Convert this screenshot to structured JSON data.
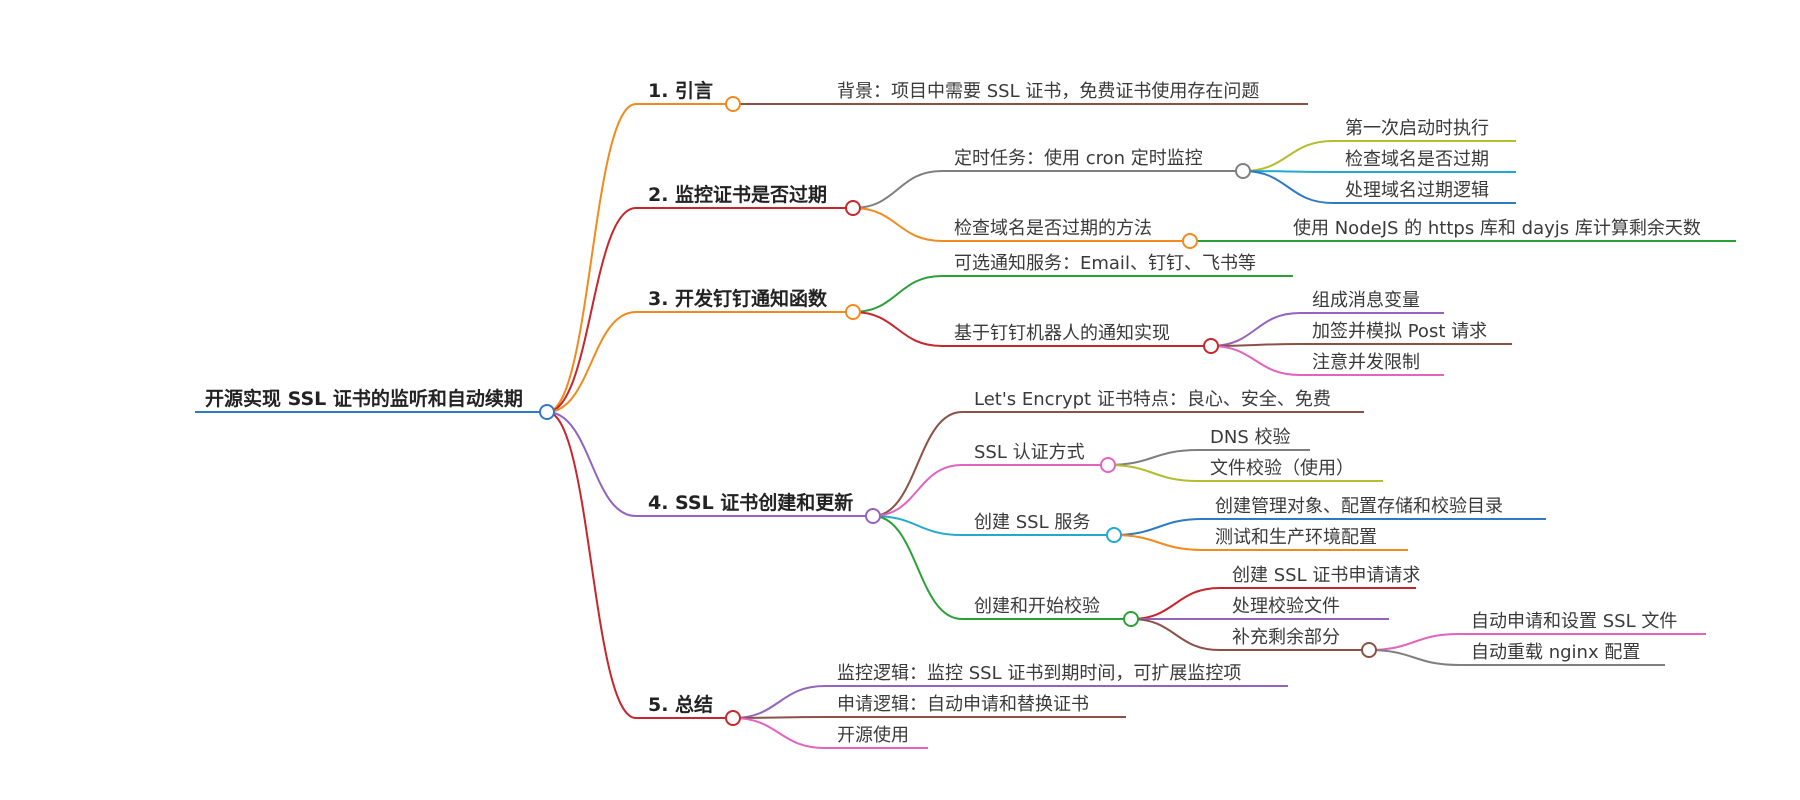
{
  "root": {
    "id": "root",
    "label": "开源实现 SSL 证书的监听和自动续期"
  },
  "palette": {
    "blue": "#2f7ac4",
    "orange": "#f28a1e",
    "red": "#c7262c",
    "purple": "#9462bf",
    "gray": "#7f7f7f",
    "olive": "#b5bd2e",
    "cyan": "#22a9cd",
    "green": "#2aa137",
    "pink": "#e064c0",
    "brown": "#8c5146"
  },
  "nodes": [
    {
      "id": "n1",
      "parent": "root",
      "label": "1. 引言",
      "color": "#f28a1e",
      "level": 1
    },
    {
      "id": "n1_1",
      "parent": "n1",
      "label": "背景：项目中需要 SSL 证书，免费证书使用存在问题",
      "color": "#8c5146",
      "level": 2
    },
    {
      "id": "n2",
      "parent": "root",
      "label": "2. 监控证书是否过期",
      "color": "#c7262c",
      "level": 1
    },
    {
      "id": "n2_1",
      "parent": "n2",
      "label": "定时任务：使用 cron 定时监控",
      "color": "#7f7f7f",
      "level": 2
    },
    {
      "id": "n2_1_1",
      "parent": "n2_1",
      "label": "第一次启动时执行",
      "color": "#b5bd2e",
      "level": 3
    },
    {
      "id": "n2_1_2",
      "parent": "n2_1",
      "label": "检查域名是否过期",
      "color": "#22a9cd",
      "level": 3
    },
    {
      "id": "n2_1_3",
      "parent": "n2_1",
      "label": "处理域名过期逻辑",
      "color": "#2f7ac4",
      "level": 3
    },
    {
      "id": "n2_2",
      "parent": "n2",
      "label": "检查域名是否过期的方法",
      "color": "#f28a1e",
      "level": 2
    },
    {
      "id": "n2_2_1",
      "parent": "n2_2",
      "label": "使用 NodeJS 的 https 库和 dayjs 库计算剩余天数",
      "color": "#2aa137",
      "level": 3
    },
    {
      "id": "n3",
      "parent": "root",
      "label": "3. 开发钉钉通知函数",
      "color": "#f28a1e",
      "level": 1
    },
    {
      "id": "n3_1",
      "parent": "n3",
      "label": "可选通知服务：Email、钉钉、飞书等",
      "color": "#2aa137",
      "level": 2
    },
    {
      "id": "n3_2",
      "parent": "n3",
      "label": "基于钉钉机器人的通知实现",
      "color": "#c7262c",
      "level": 2
    },
    {
      "id": "n3_2_1",
      "parent": "n3_2",
      "label": "组成消息变量",
      "color": "#9462bf",
      "level": 3
    },
    {
      "id": "n3_2_2",
      "parent": "n3_2",
      "label": "加签并模拟 Post 请求",
      "color": "#8c5146",
      "level": 3
    },
    {
      "id": "n3_2_3",
      "parent": "n3_2",
      "label": "注意并发限制",
      "color": "#e064c0",
      "level": 3
    },
    {
      "id": "n4",
      "parent": "root",
      "label": "4. SSL 证书创建和更新",
      "color": "#9462bf",
      "level": 1
    },
    {
      "id": "n4_1",
      "parent": "n4",
      "label": "Let's Encrypt 证书特点：良心、安全、免费",
      "color": "#8c5146",
      "level": 2
    },
    {
      "id": "n4_2",
      "parent": "n4",
      "label": "SSL 认证方式",
      "color": "#e064c0",
      "level": 2
    },
    {
      "id": "n4_2_1",
      "parent": "n4_2",
      "label": "DNS 校验",
      "color": "#7f7f7f",
      "level": 3
    },
    {
      "id": "n4_2_2",
      "parent": "n4_2",
      "label": "文件校验（使用）",
      "color": "#b5bd2e",
      "level": 3
    },
    {
      "id": "n4_3",
      "parent": "n4",
      "label": "创建 SSL 服务",
      "color": "#22a9cd",
      "level": 2
    },
    {
      "id": "n4_3_1",
      "parent": "n4_3",
      "label": "创建管理对象、配置存储和校验目录",
      "color": "#2f7ac4",
      "level": 3
    },
    {
      "id": "n4_3_2",
      "parent": "n4_3",
      "label": "测试和生产环境配置",
      "color": "#f28a1e",
      "level": 3
    },
    {
      "id": "n4_4",
      "parent": "n4",
      "label": "创建和开始校验",
      "color": "#2aa137",
      "level": 2
    },
    {
      "id": "n4_4_1",
      "parent": "n4_4",
      "label": "创建 SSL 证书申请请求",
      "color": "#c7262c",
      "level": 3
    },
    {
      "id": "n4_4_2",
      "parent": "n4_4",
      "label": "处理校验文件",
      "color": "#9462bf",
      "level": 3
    },
    {
      "id": "n4_4_3",
      "parent": "n4_4",
      "label": "补充剩余部分",
      "color": "#8c5146",
      "level": 3
    },
    {
      "id": "n4_4_3_1",
      "parent": "n4_4_3",
      "label": "自动申请和设置 SSL 文件",
      "color": "#e064c0",
      "level": 4
    },
    {
      "id": "n4_4_3_2",
      "parent": "n4_4_3",
      "label": "自动重载 nginx 配置",
      "color": "#7f7f7f",
      "level": 4
    },
    {
      "id": "n5",
      "parent": "root",
      "label": "5. 总结",
      "color": "#c7262c",
      "level": 1
    },
    {
      "id": "n5_1",
      "parent": "n5",
      "label": "监控逻辑：监控 SSL 证书到期时间，可扩展监控项",
      "color": "#9462bf",
      "level": 2
    },
    {
      "id": "n5_2",
      "parent": "n5",
      "label": "申请逻辑：自动申请和替换证书",
      "color": "#8c5146",
      "level": 2
    },
    {
      "id": "n5_3",
      "parent": "n5",
      "label": "开源使用",
      "color": "#e064c0",
      "level": 2
    }
  ]
}
